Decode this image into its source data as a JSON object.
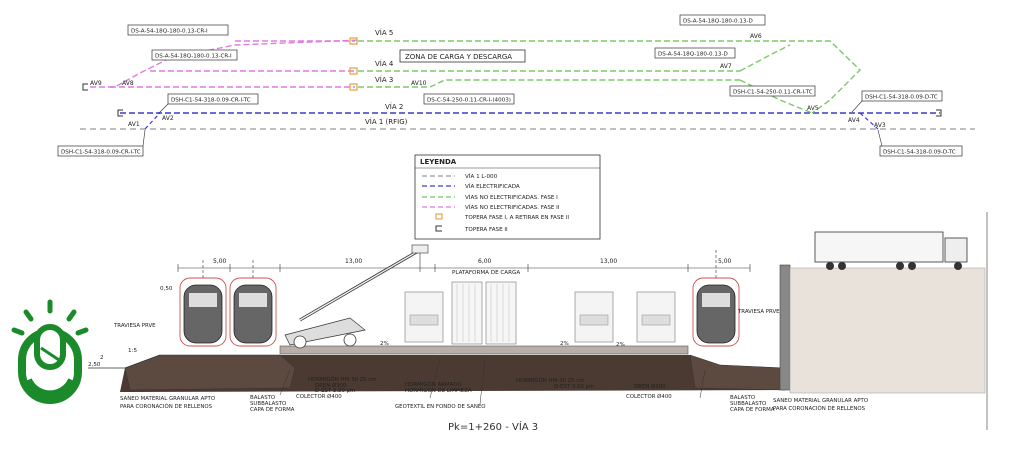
{
  "track_plan": {
    "tracks": [
      {
        "label": "VÍA 5",
        "color": "#9fd08a"
      },
      {
        "label": "VÍA 4",
        "color": "#9fd08a"
      },
      {
        "label": "VÍA 3",
        "color": "#9fd08a"
      },
      {
        "label": "VÍA 2",
        "color": "#3a3ad0"
      },
      {
        "label": "VÍA 1 (RFIG)",
        "color": "#999999"
      }
    ],
    "zone_label": "ZONA DE CARGA Y DESCARGA",
    "switch_labels": [
      "AV9",
      "AV8",
      "AV1",
      "AV2",
      "AV10",
      "AV6",
      "AV7",
      "AV5",
      "AV4",
      "AV3"
    ],
    "tags": [
      "DS-A-54-18Q-180-0.13-CR-I",
      "DS-A-54-18Q-180-0.13-CR-I",
      "DSH-C1-54-318-0.09-CR-I-TC",
      "DSH-C1-54-318-0.09-CR-I-TC",
      "DS-C-54-250-0.11-CR-I-(4003)",
      "DS-A-54-18Q-180-0.13-D",
      "DS-A-54-18Q-180-0.13-D",
      "DSH-C1-54-250-0.11-CR-I-TC",
      "DSH-C1-54-318-0.09-D-TC",
      "DSH-C1-54-318-0.09-D-TC"
    ]
  },
  "legend": {
    "title": "LEYENDA",
    "items": [
      {
        "label": "VÍA 1 L-000",
        "color": "#999999",
        "kind": "line"
      },
      {
        "label": "VÍA ELECTRIFICADA",
        "color": "#3a3ad0",
        "kind": "line"
      },
      {
        "label": "VÍAS NO ELECTRIFICADAS. FASE I",
        "color": "#6fc65a",
        "kind": "line"
      },
      {
        "label": "VÍAS NO ELECTRIFICADAS. FASE II",
        "color": "#e07be0",
        "kind": "line"
      },
      {
        "label": "TOPERA FASE I, A RETIRAR EN FASE II",
        "color": "#e0a040",
        "kind": "stop"
      },
      {
        "label": "TOPERA FASE II",
        "color": "#333333",
        "kind": "stop"
      }
    ]
  },
  "section": {
    "dims": [
      "5,00",
      "13,00",
      "6,00",
      "13,00",
      "5,00"
    ],
    "platform_label": "PLATAFORMA DE CARGA",
    "slope_labels": [
      "2%",
      "2%",
      "2%"
    ],
    "side_dims": [
      "0,50",
      "2,50",
      "2",
      "1:5"
    ],
    "labels_left": [
      "TRAVIESA PRVE",
      "SANEO MATERIAL GRANULAR APTO",
      "PARA CORONACIÓN DE RELLENOS",
      "BALASTO",
      "SUBBALASTO",
      "CAPA DE FORMA",
      "COLECTOR Ø400",
      "DREN Ø300",
      "D-EST 3.50 pm",
      "HORMIGÓN HM-30 25 cm"
    ],
    "labels_center": [
      "HORMIGÓN ARMADO",
      "HORMIGÓN DE LIMPIEZA",
      "GEOTEXTIL EN FONDO DE SANEO"
    ],
    "labels_right": [
      "HORMIGÓN HM-30 25 cm",
      "D-EST 3.50 pm",
      "DREN Ø300",
      "COLECTOR Ø400",
      "TRAVIESA PRVE",
      "BALASTO",
      "SUBBALASTO",
      "CAPA DE FORMA",
      "SANEO MATERIAL GRANULAR APTO",
      "PARA CORONACIÓN DE RELLENOS"
    ],
    "caption": "Pk=1+260 - VÍA 3"
  },
  "colors": {
    "blue": "#3a3ad0",
    "green": "#7cc86a",
    "magenta": "#e07be0",
    "gray": "#9a9a9a",
    "logo_green": "#1a8a2a",
    "red_outline": "#d05050"
  }
}
